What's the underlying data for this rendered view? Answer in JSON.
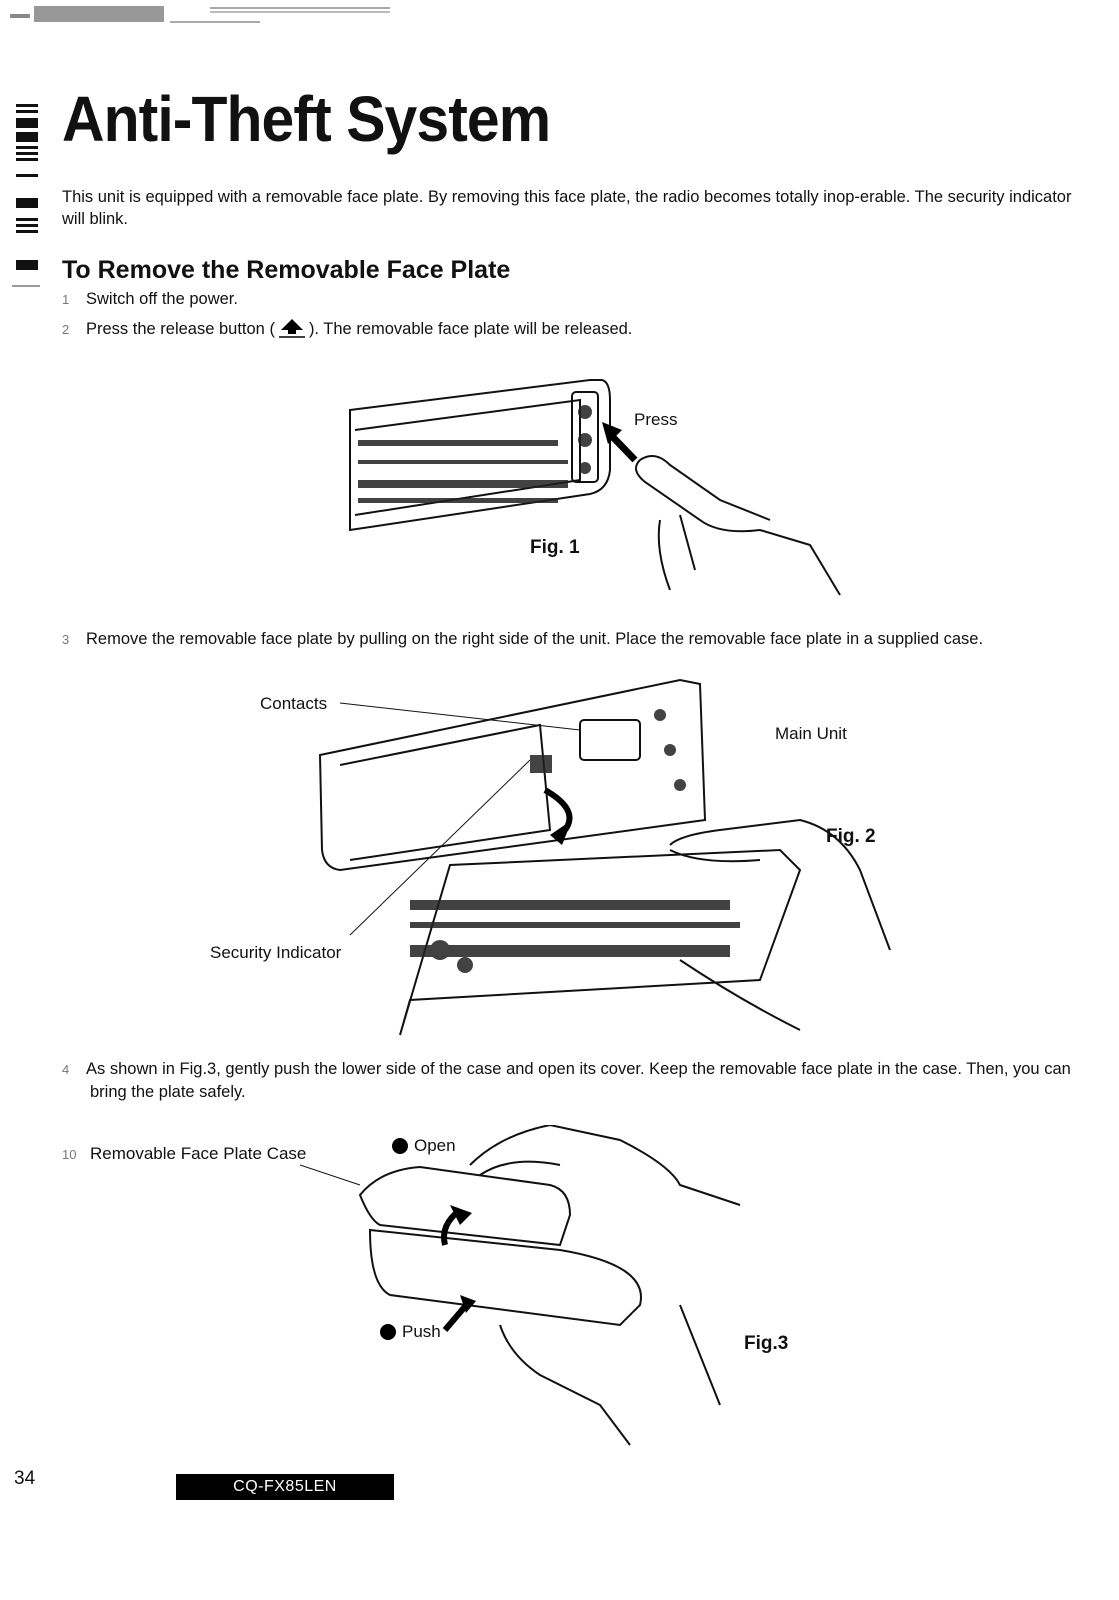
{
  "page": {
    "title": "Anti-Theft System",
    "intro": "This unit is equipped with a removable face plate. By removing this face plate, the radio becomes totally inop-erable. The security indicator will blink.",
    "section_heading": "To Remove the Removable Face Plate",
    "steps": [
      {
        "num": "1",
        "text": "Switch off the power."
      },
      {
        "num": "2",
        "text_before": "Press the release button (",
        "text_after": "). The removable face plate will be released."
      },
      {
        "num": "3",
        "text": "Remove the removable face plate by pulling on the right side of the unit. Place the removable face plate in a supplied case."
      },
      {
        "num": "4",
        "text": "As shown in Fig.3, gently push the lower side of the case and open its cover. Keep the removable face plate in the case. Then, you can bring the plate safely."
      }
    ],
    "fig1": {
      "caption": "Fig. 1",
      "press_label": "Press"
    },
    "fig2": {
      "caption": "Fig. 2",
      "contacts_label": "Contacts",
      "main_unit_label": "Main Unit",
      "security_label": "Security Indicator"
    },
    "fig3": {
      "caption": "Fig.3",
      "case_num": "10",
      "case_label": "Removable Face Plate Case",
      "open_label": "Open",
      "push_label": "Push"
    },
    "page_number": "34",
    "model": "CQ-FX85LEN"
  }
}
